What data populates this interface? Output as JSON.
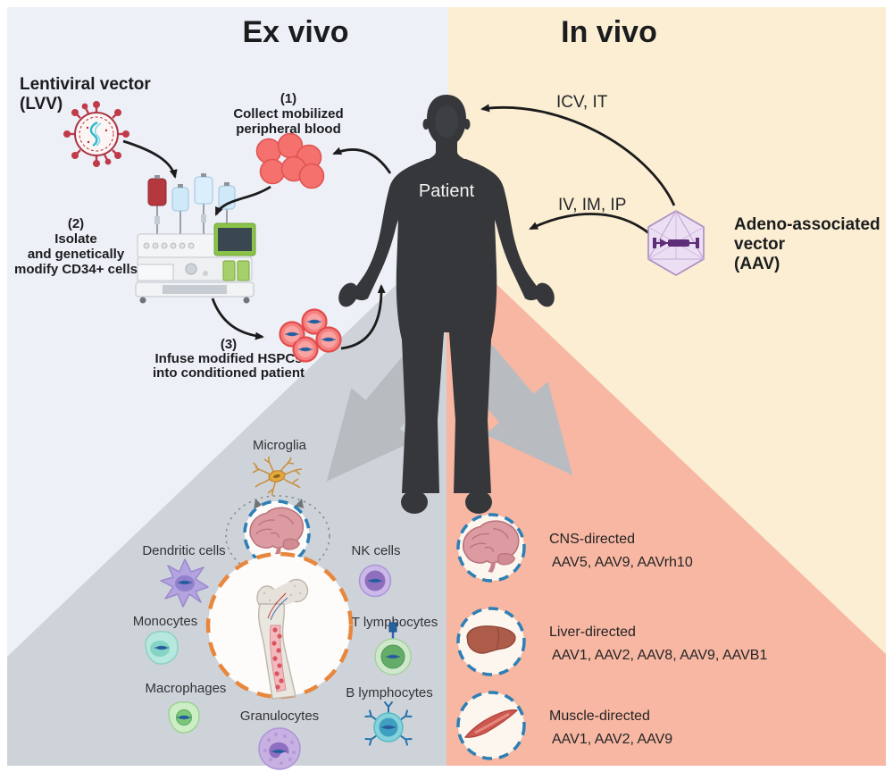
{
  "titles": {
    "ex_vivo": "Ex vivo",
    "in_vivo": "In vivo"
  },
  "patient_label": "Patient",
  "lvv_label": {
    "line1": "Lentiviral vector",
    "line2": "(LVV)"
  },
  "aav_label": {
    "line1": "Adeno-associated",
    "line2": "vector",
    "line3": "(AAV)"
  },
  "routes": {
    "cns_routes": "ICV, IT",
    "systemic_routes": "IV, IM, IP"
  },
  "steps": {
    "step1": {
      "num": "(1)",
      "line1": "Collect mobilized",
      "line2": "peripheral blood"
    },
    "step2": {
      "num": "(2)",
      "line1": "Isolate",
      "line2": "and genetically",
      "line3": "modify CD34+ cells"
    },
    "step3": {
      "num": "(3)",
      "line1": "Infuse modified HSPCs",
      "line2": "into conditioned patient"
    }
  },
  "cell_labels": {
    "microglia": "Microglia",
    "dendritic": "Dendritic cells",
    "nk": "NK cells",
    "monocytes": "Monocytes",
    "t_lymphocytes": "T lymphocytes",
    "macrophages": "Macrophages",
    "granulocytes": "Granulocytes",
    "b_lymphocytes": "B lymphocytes"
  },
  "targets": [
    {
      "label": "CNS-directed",
      "serotypes": "AAV5, AAV9, AAVrh10"
    },
    {
      "label": "Liver-directed",
      "serotypes": "AAV1, AAV2, AAV8, AAV9, AAVB1"
    },
    {
      "label": "Muscle-directed",
      "serotypes": "AAV1, AAV2, AAV9"
    }
  ],
  "colors": {
    "ex_vivo_bg": "#edf1f7",
    "in_vivo_bg": "#fbeed3",
    "ex_vivo_wedge": "#ced3da",
    "in_vivo_wedge": "#f8b7a2",
    "big_arrow_gray": "#b8bcc0",
    "patient_silhouette": "#35373a",
    "blue_dash_circle": "#2e7fb5",
    "orange_dash_circle": "#e8873c",
    "lvv_red": "#a93342",
    "aav_purple": "#a98cc0",
    "blood_cell_red": "#f4716e"
  }
}
